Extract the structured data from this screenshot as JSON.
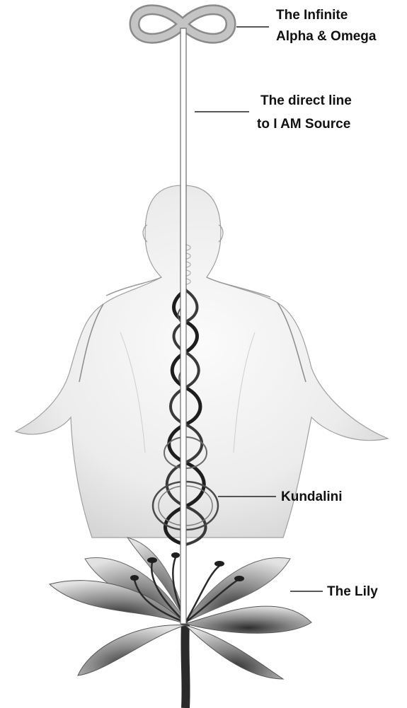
{
  "labels": {
    "infinite_line1": "The Infinite",
    "infinite_line2": "Alpha & Omega",
    "direct_line1": "The direct line",
    "direct_line2": "to I AM Source",
    "kundalini": "Kundalini",
    "lily": "The Lily"
  },
  "colors": {
    "background": "#ffffff",
    "text": "#111111",
    "leader": "#222222",
    "infinity": "#b8b8b8",
    "infinity_stroke": "#8a8a8a",
    "cord": "#ffffff",
    "cord_edge": "#6a6a6a",
    "sketch": "#9a9a9a",
    "kundalini": "#2a2a2a",
    "lily": "#3a3a3a"
  }
}
